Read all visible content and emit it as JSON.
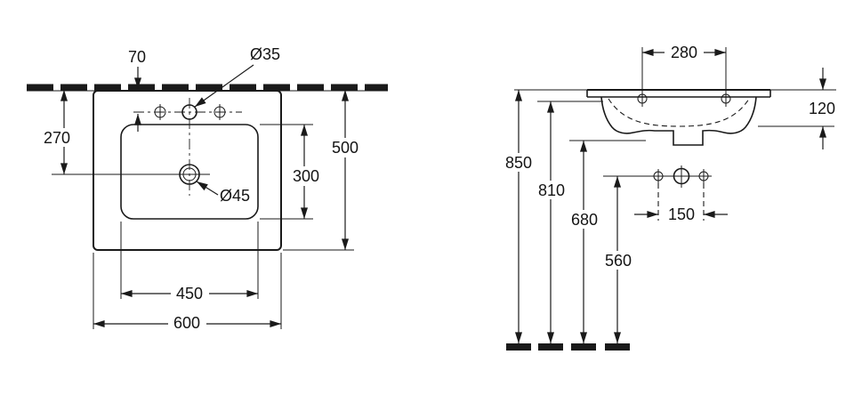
{
  "plan": {
    "dims": {
      "hole_setback": "70",
      "hole_dia": "Ø35",
      "drain_from_wall": "270",
      "depth": "500",
      "bowl_depth": "300",
      "drain_dia": "Ø45",
      "bowl_width": "450",
      "width": "600"
    }
  },
  "elevation": {
    "dims": {
      "hole_spacing": "280",
      "front_height": "120",
      "rim_height": "850",
      "underside_height": "810",
      "bottom_height": "680",
      "outlet_spacing": "150",
      "outlet_height": "560"
    }
  },
  "colors": {
    "line": "#1a1a1a",
    "background": "#ffffff"
  }
}
